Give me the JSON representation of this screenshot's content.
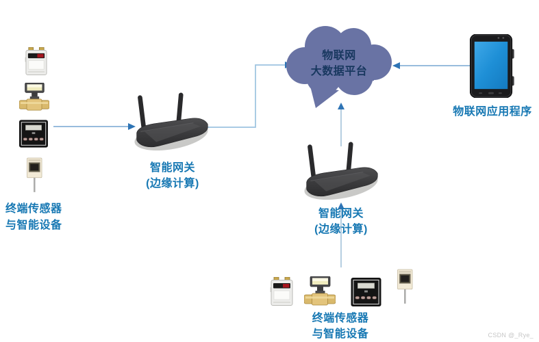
{
  "diagram": {
    "description_visible_text_only": true,
    "nodes": {
      "left_sensors": {
        "label_line1": "终端传感器",
        "label_line2": "与智能设备",
        "icons": [
          "gas-meter-icon",
          "flow-meter-icon",
          "control-panel-icon",
          "temperature-sensor-icon"
        ]
      },
      "gateway_left": {
        "label_line1": "智能网关",
        "label_line2": "(边缘计算)",
        "icon": "router-icon"
      },
      "cloud_platform": {
        "label_line1": "物联网",
        "label_line2": "大数据平台",
        "icon": "cloud-shape"
      },
      "app_tablet": {
        "label": "物联网应用程序",
        "icon": "tablet-icon"
      },
      "gateway_bottom": {
        "label_line1": "智能网关",
        "label_line2": "(边缘计算)",
        "icon": "router-icon"
      },
      "bottom_sensors": {
        "label_line1": "终端传感器",
        "label_line2": "与智能设备",
        "icons": [
          "gas-meter-icon",
          "flow-meter-icon",
          "control-panel-icon",
          "temperature-sensor-icon"
        ]
      }
    },
    "connections": [
      {
        "from": "left_sensors",
        "to": "gateway_left",
        "style": "arrow-right"
      },
      {
        "from": "gateway_left",
        "to": "cloud_platform",
        "style": "elbow-arrow"
      },
      {
        "from": "app_tablet",
        "to": "cloud_platform",
        "style": "arrow-left"
      },
      {
        "from": "gateway_bottom",
        "to": "cloud_platform",
        "style": "arrow-up"
      },
      {
        "from": "bottom_sensors",
        "to": "gateway_bottom",
        "style": "arrow-up"
      }
    ],
    "colors": {
      "label_blue": "#1778B3",
      "cloud_fill": "#6973A4",
      "cloud_text": "#17375E",
      "connector_line": "#8AB2D8",
      "arrow_head": "#2E74B5",
      "tablet_screen": "#1E8FD6",
      "background": "#FFFFFF"
    }
  },
  "watermark": {
    "text": "CSDN @_Rye_"
  }
}
